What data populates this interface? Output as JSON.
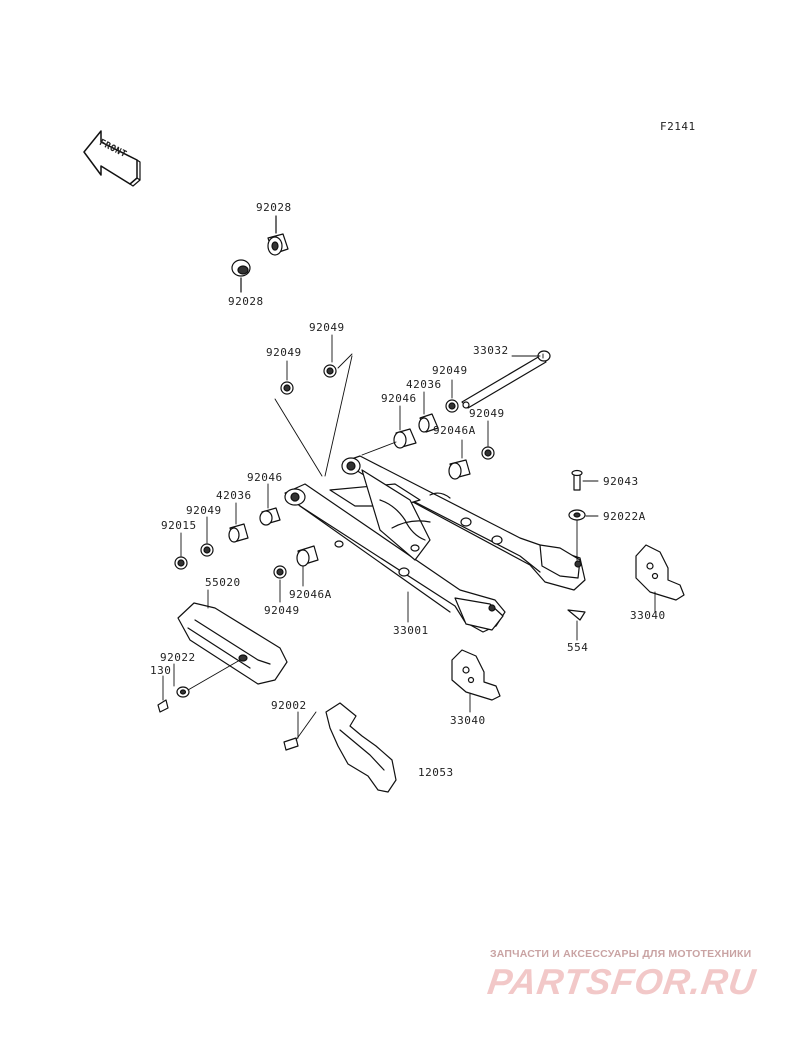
{
  "figure_code": "F2141",
  "front_label": "FRONT",
  "part_labels": {
    "p92028_top": "92028",
    "p92028_bottom": "92028",
    "p92049_a": "92049",
    "p92049_b": "92049",
    "p33032": "33032",
    "p92049_c": "92049",
    "p42036_right": "42036",
    "p92046_right": "92046",
    "p92049_d": "92049",
    "p92046A_right": "92046A",
    "p92046_left": "92046",
    "p42036_left": "42036",
    "p92049_e": "92049",
    "p92015": "92015",
    "p92043": "92043",
    "p92022A": "92022A",
    "p55020": "55020",
    "p92046A_left": "92046A",
    "p92049_f": "92049",
    "p33001": "33001",
    "p33040_right": "33040",
    "p554": "554",
    "p92022": "92022",
    "p130": "130",
    "p33040_center": "33040",
    "p92002": "92002",
    "p12053": "12053"
  },
  "watermark": {
    "tagline": "ЗАПЧАСТИ И АКСЕССУАРЫ ДЛЯ МОТОТЕХНИКИ",
    "logo": "PARTSFOR.RU"
  }
}
